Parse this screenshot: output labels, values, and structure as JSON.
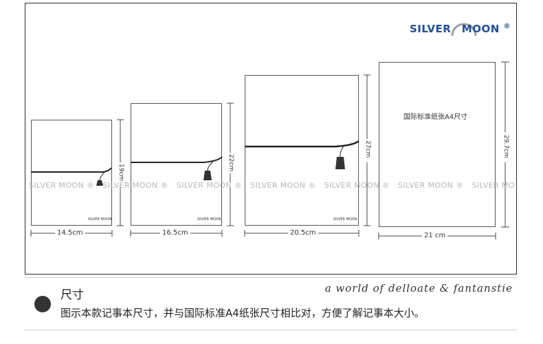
{
  "brand": {
    "name_left": "SILVER",
    "name_right": "MOON",
    "reg": "®"
  },
  "watermark": [
    "SILVER MOON ®",
    "SILVER MOON ®",
    "SILVER MOON ®",
    "SILVER MOON ®",
    "SILVER MOON ®",
    "SILVER MOON ®",
    "SILVER MOON ®"
  ],
  "books": [
    {
      "id": "small",
      "width_label": "14.5cm",
      "height_label": "19cm",
      "mini_brand": "SILVER MOON"
    },
    {
      "id": "medium",
      "width_label": "16.5cm",
      "height_label": "22cm",
      "mini_brand": "SILVER MOON"
    },
    {
      "id": "large",
      "width_label": "20.5cm",
      "height_label": "27cm",
      "mini_brand": "SILVER MOON"
    },
    {
      "id": "a4",
      "width_label": "21 cm",
      "height_label": "29.7cm",
      "text": "国际标准纸张A4尺寸"
    }
  ],
  "footer": {
    "title": "尺寸",
    "description": "图示本款记事本尺寸，并与国际标准A4纸张尺寸相比对，方便了解记事本大小。",
    "slogan": "a world of delloate & fantanstie"
  }
}
